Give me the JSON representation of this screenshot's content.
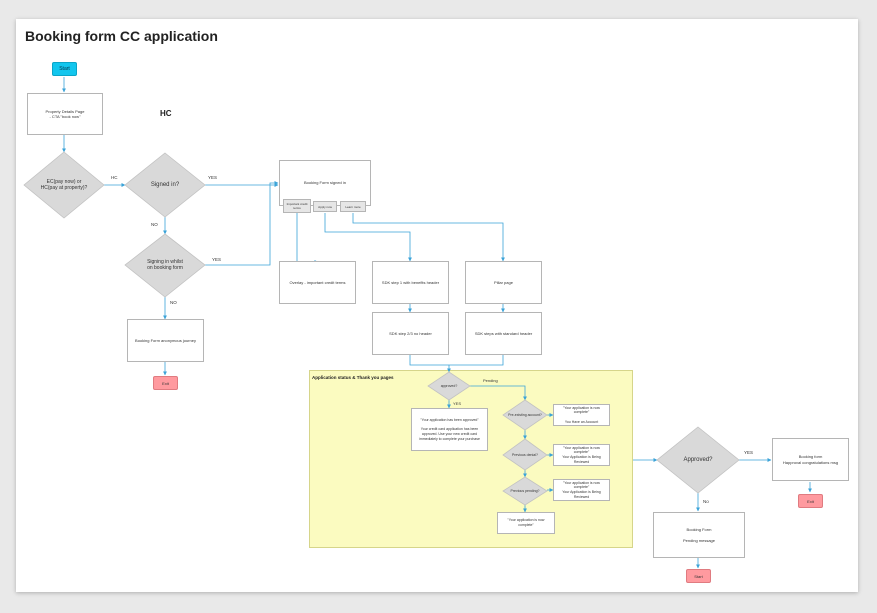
{
  "title": "Booking form CC application",
  "section_hc": "HC",
  "start": "Start",
  "property_page": "Property Details Page\n- CTA \"book now\"",
  "ec_hc_decision": "EC(pay now) or\nHC(pay at property)?",
  "signed_in": "Signed in?",
  "signing_in": "Signing in whilst\non booking form",
  "anon_journey": "Booking Form anonymous journey",
  "end_labels": [
    "Exit",
    "Exit",
    "Start"
  ],
  "booking_signed_in": "Booking Form signed in",
  "buttons": [
    "Important credit terms",
    "Apply now",
    "Learn more"
  ],
  "overlay": "Overlay - important credit terms",
  "sdk_step1": "SDK step 1 with benefits header",
  "pillar_page": "Pillar page",
  "sdk_step23": "SDK step 2/3 no header",
  "sdk_steps_std": "SDK steps with standard header",
  "panel_title": "Application status & Thank you pages",
  "approved_q": "approved?",
  "approved_box": "\"Your application has been approved\"\n\nYour credit card application has been approved. Use your new credit card immediately to complete your purchase",
  "pre_existing": "Pre-existing account?",
  "pre_existing_box": "\"Your application is now complete\"\n\nYou Have an Account",
  "previous_denied": "Previous denial?",
  "previous_denied_box": "\"Your application is now complete\"\nYour Application is Being Reviewed",
  "previous_pending": "Previous pending?",
  "previous_pending_box": "\"Your application is now complete\"\nYour Application is Being Reviewed",
  "complete_box": "\"Your application is now complete\"",
  "approved_big": "Approved?",
  "booking_form_final": "Booking form\nHapproval congratulations msg",
  "pending_box": "Booking Form\n\nPending message",
  "edge_labels": {
    "hc": "HC",
    "yes1": "YES",
    "no1": "NO",
    "yes2": "YES",
    "no2": "NO",
    "pending": "Pending",
    "yes3": "YES",
    "yes4": "YES",
    "no3": "No"
  },
  "colors": {
    "start": "#12c6ee",
    "end": "#ff9a9f",
    "panel": "#fbfbc0",
    "connector": "#3aa3d8",
    "decision": "#d9d9d9"
  }
}
